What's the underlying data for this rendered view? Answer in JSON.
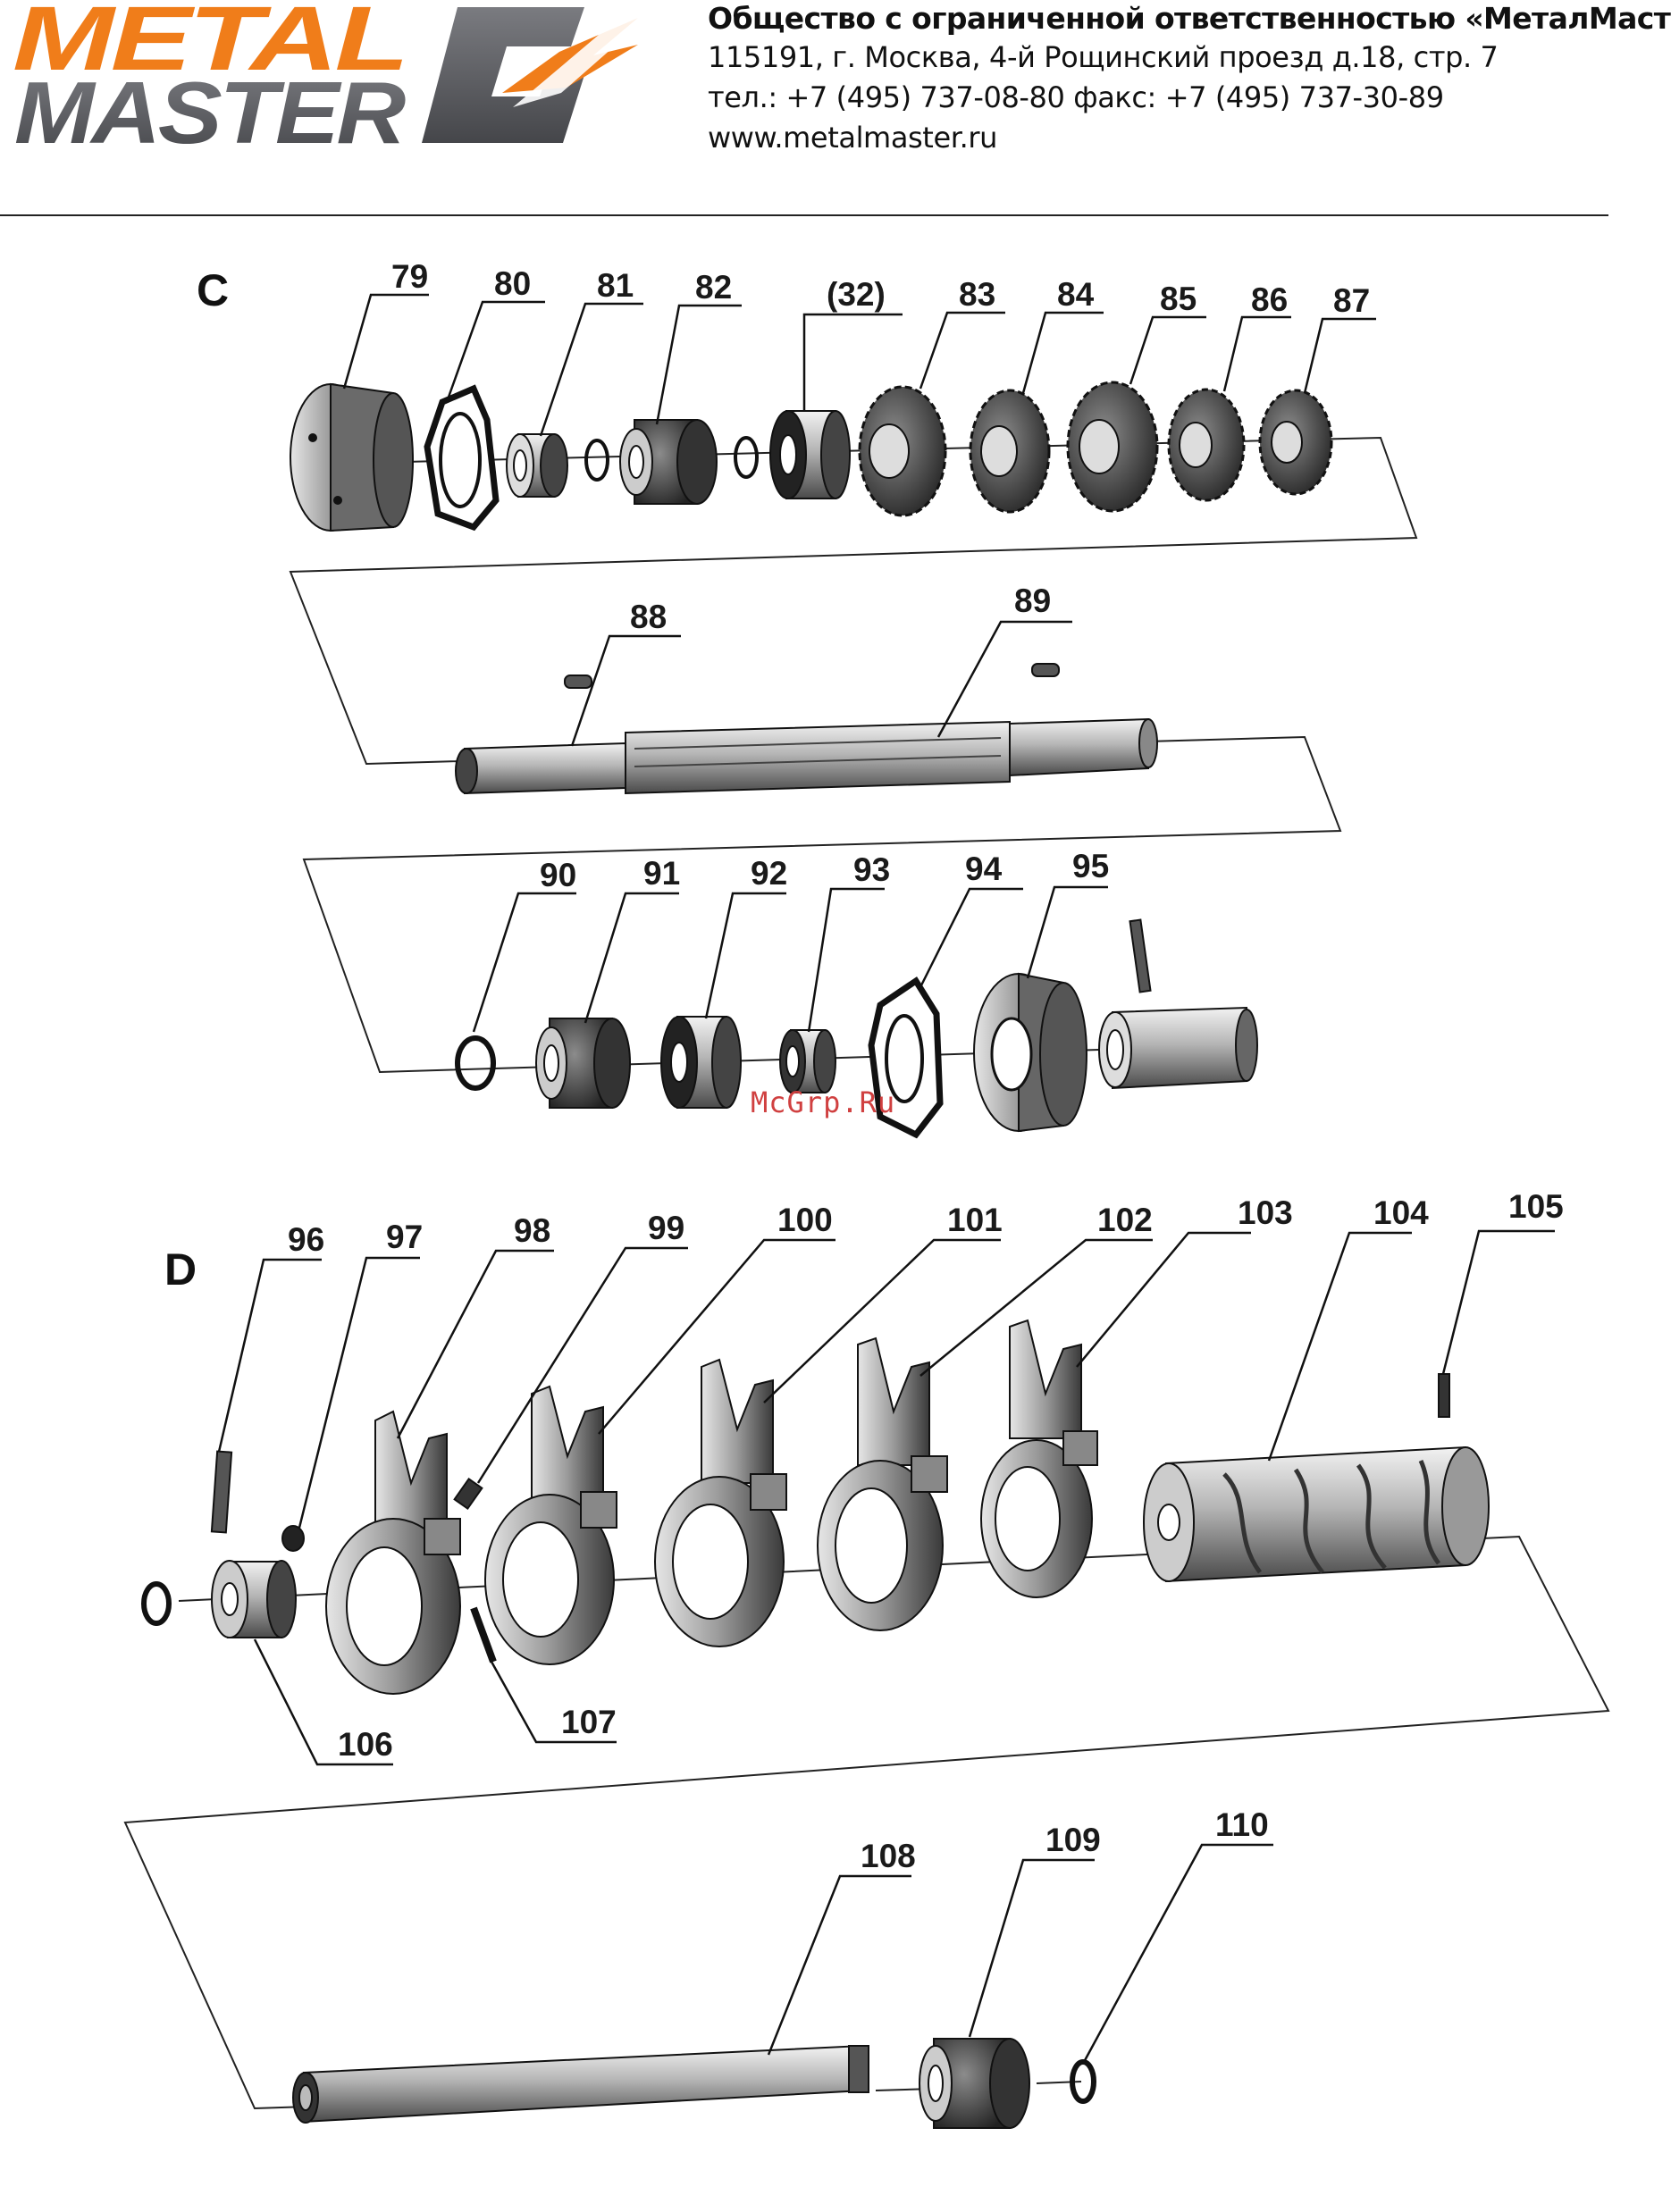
{
  "header": {
    "logo_line1": "METAL",
    "logo_line2": "MASTER",
    "company_name": "Общество с ограниченной ответственностью «МеталМастер»",
    "address": "115191, г. Москва, 4-й Рощинский проезд д.18, стр. 7",
    "phone_fax": "тел.: +7 (495) 737-08-80   факс: +7 (495) 737-30-89",
    "website": "www.metalmaster.ru"
  },
  "colors": {
    "logo_orange": "#f07d1a",
    "logo_grey": "#55565a"
  },
  "watermark": "McGrp.Ru",
  "diagram": {
    "sections": [
      {
        "letter": "C"
      },
      {
        "letter": "D"
      }
    ],
    "labels": {
      "p79": "79",
      "p80": "80",
      "p81": "81",
      "p82": "82",
      "p32": "(32)",
      "p83": "83",
      "p84": "84",
      "p85": "85",
      "p86": "86",
      "p87": "87",
      "p88": "88",
      "p89": "89",
      "p90": "90",
      "p91": "91",
      "p92": "92",
      "p93": "93",
      "p94": "94",
      "p95": "95",
      "p96": "96",
      "p97": "97",
      "p98": "98",
      "p99": "99",
      "p100": "100",
      "p101": "101",
      "p102": "102",
      "p103": "103",
      "p104": "104",
      "p105": "105",
      "p106": "106",
      "p107": "107",
      "p108": "108",
      "p109": "109",
      "p110": "110"
    }
  }
}
